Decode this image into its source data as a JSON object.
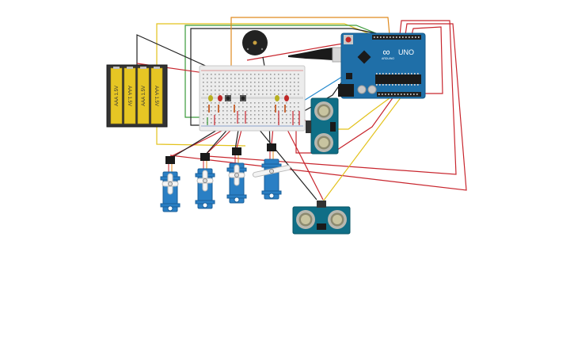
{
  "battery_pack": {
    "cells": [
      {
        "label": "AAA 1.5V"
      },
      {
        "label": "AAA 1.5V"
      },
      {
        "label": "AAA 1.5V"
      },
      {
        "label": "AAA 1.5V"
      }
    ]
  },
  "arduino": {
    "model_label": "UNO",
    "brand_label": "ARDUINO",
    "logo_symbol": "∞",
    "color": "#1f6fa8"
  },
  "wire_colors": {
    "red": "#c8262e",
    "black": "#222222",
    "yellow": "#e3c21c",
    "green": "#3a9a3a",
    "orange": "#e08a1e",
    "blue": "#2a8ccf"
  },
  "components": {
    "servo_count": 4,
    "ultrasonic_sensor_count": 2,
    "led_count": 4,
    "button_count": 2,
    "buzzer_count": 1
  }
}
